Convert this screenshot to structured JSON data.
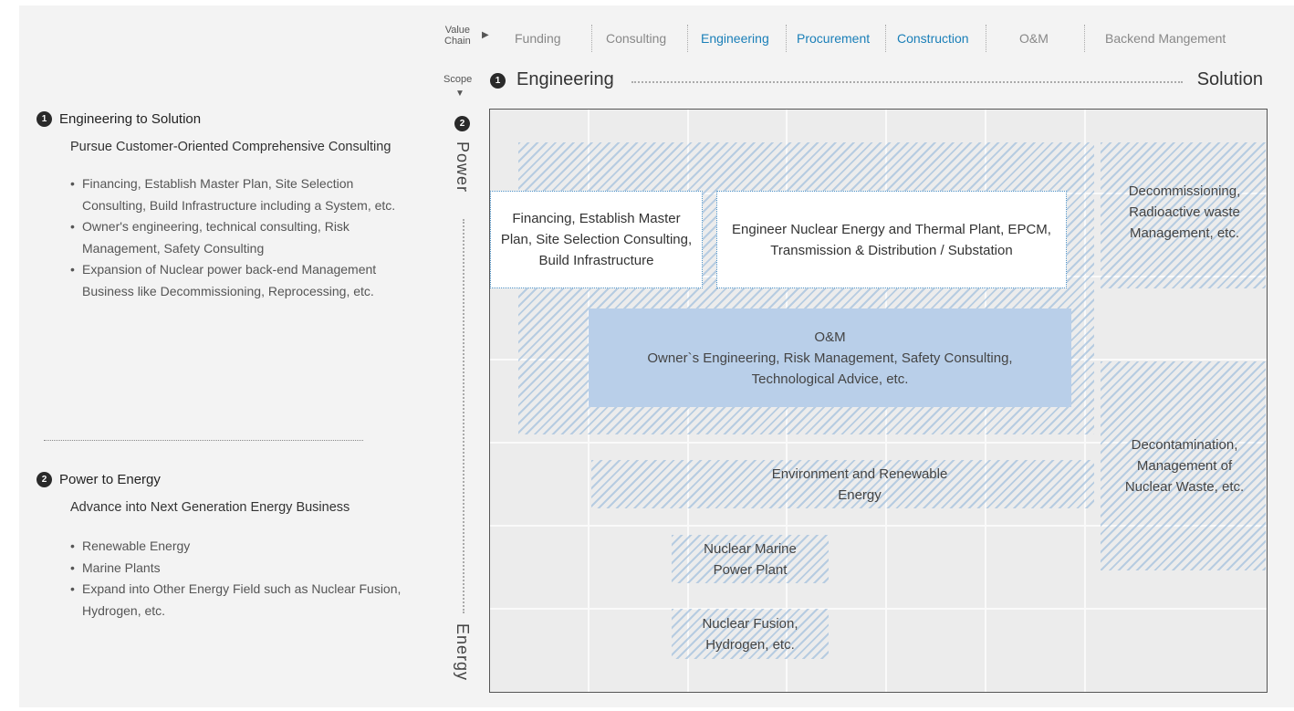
{
  "left": {
    "section1": {
      "number": "1",
      "title": "Engineering to Solution",
      "subtitle": "Pursue Customer-Oriented Comprehensive Consulting",
      "bullets": [
        "Financing, Establish Master Plan, Site Selection Consulting, Build Infrastructure including a System, etc.",
        "Owner's engineering, technical consulting, Risk Management, Safety Consulting",
        "Expansion of Nuclear power back-end Management Business like Decommissioning, Reprocessing, etc."
      ]
    },
    "section2": {
      "number": "2",
      "title": "Power to Energy",
      "subtitle": "Advance into Next Generation Energy Business",
      "bullets": [
        "Renewable Energy",
        "Marine Plants",
        "Expand into Other Energy Field such as Nuclear Fusion, Hydrogen, etc."
      ]
    }
  },
  "value_chain": {
    "label_line1": "Value",
    "label_line2": "Chain",
    "arrow": "▶",
    "items": [
      {
        "label": "Funding",
        "highlight": false
      },
      {
        "label": "Consulting",
        "highlight": false
      },
      {
        "label": "Engineering",
        "highlight": true
      },
      {
        "label": "Procurement",
        "highlight": true
      },
      {
        "label": "Construction",
        "highlight": true
      },
      {
        "label": "O&M",
        "highlight": false
      },
      {
        "label": "Backend Mangement",
        "highlight": false
      }
    ],
    "highlight_color": "#1a7fb8"
  },
  "scope": {
    "label": "Scope",
    "arrow": "▼",
    "number": "1",
    "start": "Engineering",
    "end": "Solution"
  },
  "vertical_axis": {
    "number": "2",
    "start": "Power",
    "end": "Energy"
  },
  "grid_boxes": {
    "financing": "Financing, Establish Master Plan, Site Selection Consulting, Build Infrastructure",
    "engineer": "Engineer Nuclear Energy and Thermal Plant, EPCM, Transmission & Distribution / Substation",
    "decommissioning": "Decommissioning, Radioactive waste Management, etc.",
    "om_title": "O&M",
    "om_body": "Owner`s Engineering, Risk Management, Safety Consulting, Technological Advice, etc.",
    "decontamination": "Decontamination, Management of Nuclear Waste, etc.",
    "environment": "Environment and Renewable Energy",
    "marine": "Nuclear Marine Power Plant",
    "fusion": "Nuclear Fusion, Hydrogen, etc."
  },
  "colors": {
    "hatch": "#a0bedc",
    "om_box": "#b9cfe9",
    "grid_bg": "#ececec",
    "border_dotted": "#4a8fc4"
  }
}
